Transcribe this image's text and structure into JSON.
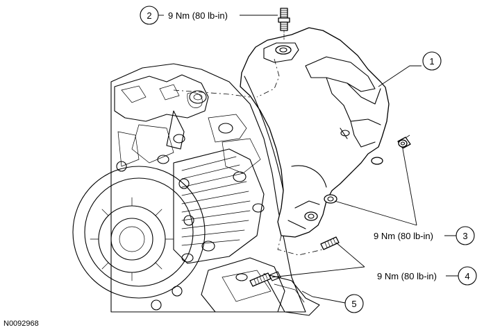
{
  "figure_id": "N0092968",
  "callouts": [
    {
      "number": "1"
    },
    {
      "number": "2",
      "torque": "9 Nm (80 lb-in)"
    },
    {
      "number": "3",
      "torque": "9 Nm (80 lb-in)"
    },
    {
      "number": "4",
      "torque": "9 Nm (80 lb-in)"
    },
    {
      "number": "5"
    }
  ]
}
